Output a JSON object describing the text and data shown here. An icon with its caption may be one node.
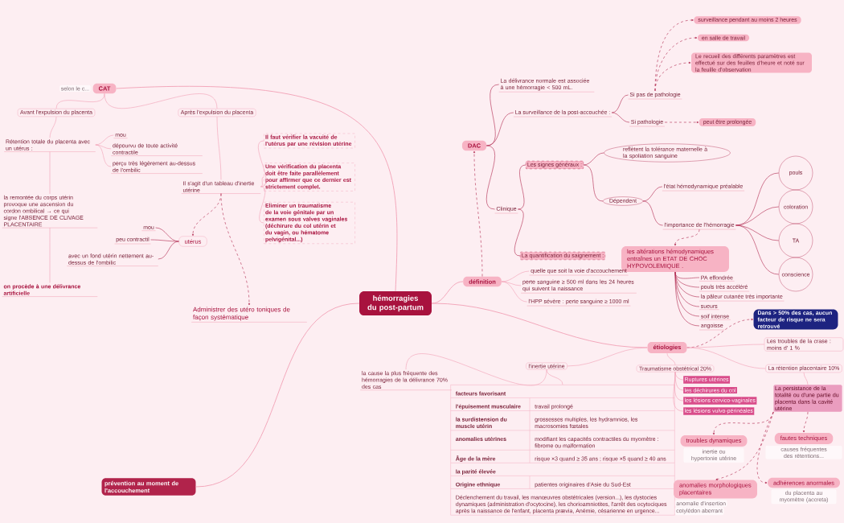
{
  "diagram": {
    "nodes": [
      {
        "text": [
          "hémorragies du post-partum"
        ]
      },
      {
        "text": [
          "CAT"
        ],
        "beside": [
          "selon le c..."
        ]
      },
      {
        "text": [
          "Avant l'expulsion du placenta"
        ]
      },
      {
        "text": [
          "Après l'expulsion du placenta"
        ]
      },
      {
        "text": [
          "Rétention totale du placenta avec un utérus :"
        ]
      },
      {
        "text": [
          "mou"
        ]
      },
      {
        "text": [
          "dépourvu de toute activité contractile"
        ]
      },
      {
        "text": [
          "perçu très légèrement au-dessus de l'ombilic"
        ]
      },
      {
        "text": [
          "la remontée du corps utérin provoque une ascension du cordon ombilical → ce qui signe l'ABSENCE DE CLIVAGE PLACENTAIRE"
        ]
      },
      {
        "text": [
          "on procède à une délivrance artificielle"
        ]
      },
      {
        "text": [
          "Il s'agit d'un tableau d'inertie utérine"
        ]
      },
      {
        "text": [
          "Il faut vérifier la vacuité de l'utérus par une révision utérine"
        ]
      },
      {
        "text": [
          "Une vérification du placenta doit être faite parallèlement pour affirmer que ce dernier est strictement complet."
        ]
      },
      {
        "text": [
          "Eliminer un traumatisme de la voie génitale par un examen sous valves vaginales (déchirure du col utérin et du vagin, ou hématome pelvigénital...)"
        ]
      },
      {
        "text": [
          "utérus"
        ]
      },
      {
        "text": [
          "mou"
        ]
      },
      {
        "text": [
          "peu contractil"
        ]
      },
      {
        "text": [
          "avec un fond utérin nettement au-dessus de l'ombilic"
        ]
      },
      {
        "text": [
          "Administrer des utéro toniques de façon systématique"
        ]
      },
      {
        "text": [
          "DAC"
        ]
      },
      {
        "text": [
          "La délivrance normale est associée à une hémorragie < 500 mL."
        ]
      },
      {
        "text": [
          "La surveillance de la post-accouchée :"
        ]
      },
      {
        "text": [
          "Si pas de pathologie"
        ]
      },
      {
        "text": [
          "Si pathologie"
        ]
      },
      {
        "text": [
          "surveillance pendant au moins 2 heures"
        ]
      },
      {
        "text": [
          "en salle de travail"
        ]
      },
      {
        "text": [
          "Le recueil des différents paramètres est effectué sur des feuilles d'heure et noté sur la feuille d'observation"
        ]
      },
      {
        "text": [
          "peut être prolongée"
        ]
      },
      {
        "text": [
          "Clinique"
        ]
      },
      {
        "text": [
          "Les signes généraux :"
        ]
      },
      {
        "text": [
          "reflètent la tolérance maternelle à la spoliation sanguine"
        ]
      },
      {
        "text": [
          "Dépendent"
        ]
      },
      {
        "text": [
          "l'état hémodynamique préalable"
        ]
      },
      {
        "text": [
          "l'importance de l'hémorragie"
        ]
      },
      {
        "text": [
          "pouls"
        ]
      },
      {
        "text": [
          "coloration"
        ]
      },
      {
        "text": [
          "TA"
        ]
      },
      {
        "text": [
          "conscience"
        ]
      },
      {
        "text": [
          "La quantification du saignement :"
        ]
      },
      {
        "text": [
          "les altérations hémodynamiques entraînes un ETAT DE CHOC HYPOVOLEMIQUE ."
        ]
      },
      {
        "text": [
          "PA effondrée"
        ]
      },
      {
        "text": [
          "pouls très accéléré"
        ]
      },
      {
        "text": [
          "la pâleur cutanée très importante"
        ]
      },
      {
        "text": [
          "sueurs"
        ]
      },
      {
        "text": [
          "soif intense"
        ]
      },
      {
        "text": [
          "angoisse"
        ]
      },
      {
        "text": [
          "définition"
        ]
      },
      {
        "text": [
          "quelle que soit la voie d'accouchement"
        ]
      },
      {
        "text": [
          "perte sanguine ≥ 500 ml dans les 24 heures qui suivent la naissance"
        ]
      },
      {
        "text": [
          "l'HPP sévère : perte sanguine ≥ 1000 ml"
        ]
      },
      {
        "text": [
          "étiologies"
        ]
      },
      {
        "text": [
          "Dans > 50% des cas, aucun facteur de risque ne sera retrouvé"
        ]
      },
      {
        "text": [
          "l'inertie utérine"
        ]
      },
      {
        "text": [
          "la cause la plus fréquente des hémorragies de la délivrance 70% des cas"
        ]
      },
      {
        "text": [
          "facteurs favorisant",
          "l'épuisement musculaire",
          "travail prolongé",
          "la surdistension du muscle utérin",
          "grossesses multiples, les hydramnios, les macrosomies fœtales",
          "anomalies utérines",
          "modifiant les capacités contractiles du myomètre : fibrome ou malformation",
          "Âge de la mère",
          "risque ×3 quand ≥ 35 ans ; risque ×5 quand ≥ 40 ans",
          "la parité élevée",
          "Origine ethnique",
          "patientes originaires d'Asie du Sud-Est",
          "Déclenchement du travail, les manœuvres obstétricales (version...), les dystocies dynamiques (administration d'ocytocine), les chorioamniotites, l'arrêt des ocytociques après la naissance de l'enfant, placenta prævia, Anémie, césarienne en urgence..."
        ]
      },
      {
        "text": [
          "Traumatisme obstétrical 20%"
        ]
      },
      {
        "text": [
          "Ruptures utérines"
        ]
      },
      {
        "text": [
          "les déchirures du col"
        ]
      },
      {
        "text": [
          "les lésions cervico-vaginales"
        ]
      },
      {
        "text": [
          "les lésions vulvo-périnéales"
        ]
      },
      {
        "text": [
          "La rétention placentaire 10%"
        ]
      },
      {
        "text": [
          "Les troubles de la crase : moins d' 1 %"
        ]
      },
      {
        "text": [
          "La persistance de la totalité ou d'une partie du placenta dans la cavité utérine"
        ]
      },
      {
        "text": [
          "adhérences anormales"
        ],
        "beside": [
          "du placenta au myomètre (accreta)"
        ]
      },
      {
        "text": [
          "troubles dynamiques"
        ],
        "beside": [
          "inertie ou hypertonie utérine"
        ]
      },
      {
        "text": [
          "fautes techniques"
        ],
        "beside": [
          "causes fréquentes des rétentions..."
        ]
      },
      {
        "text": [
          "anomalies morphologiques placentaires"
        ],
        "beside": [
          "anomalie d'insertion",
          "cotylédon aberrant"
        ]
      },
      {
        "text": [
          "prévention au moment de l'accouchement"
        ]
      }
    ],
    "edges": [
      {
        "from": 0,
        "to": 1,
        "arrow": "none",
        "color": "#f2a0b5"
      },
      {
        "from": 1,
        "to": 2,
        "arrow": "none",
        "color": "#f2a0b5"
      },
      {
        "from": 1,
        "to": 3,
        "arrow": "none",
        "color": "#f2a0b5"
      },
      {
        "from": 2,
        "to": 4,
        "arrow": "none",
        "color": "#f2a0b5"
      },
      {
        "from": 4,
        "to": 5,
        "arrow": "none",
        "color": "#f2a0b5"
      },
      {
        "from": 4,
        "to": 6,
        "arrow": "none",
        "color": "#f2a0b5"
      },
      {
        "from": 4,
        "to": 7,
        "arrow": "none",
        "color": "#f2a0b5"
      },
      {
        "from": 4,
        "to": 8,
        "arrow": "none",
        "color": "#f2a0b5"
      },
      {
        "from": 8,
        "to": 9,
        "arrow": "none",
        "color": "#f2a0b5"
      },
      {
        "from": 3,
        "to": 10,
        "arrow": "none",
        "color": "#f2a0b5"
      },
      {
        "from": 10,
        "to": 11,
        "arrow": "none",
        "color": "#f2a0b5"
      },
      {
        "from": 10,
        "to": 12,
        "arrow": "none",
        "color": "#f2a0b5"
      },
      {
        "from": 10,
        "to": 13,
        "arrow": "none",
        "color": "#f2a0b5"
      },
      {
        "from": 10,
        "to": 14,
        "arrow": "to",
        "style": "dashed",
        "color": "#b0284f"
      },
      {
        "from": 10,
        "to": 18,
        "arrow": "to",
        "style": "dashed",
        "color": "#b0284f"
      },
      {
        "from": 14,
        "to": 15,
        "arrow": "none",
        "color": "#b0284f"
      },
      {
        "from": 14,
        "to": 16,
        "arrow": "none",
        "color": "#b0284f"
      },
      {
        "from": 14,
        "to": 17,
        "arrow": "none",
        "color": "#b0284f"
      },
      {
        "from": 0,
        "to": 46,
        "arrow": "none",
        "color": "#f2a0b5"
      },
      {
        "from": 46,
        "to": 19,
        "arrow": "to",
        "style": "dashed",
        "color": "#b0284f"
      },
      {
        "from": 46,
        "to": 47,
        "arrow": "none",
        "color": "#f2a0b5"
      },
      {
        "from": 46,
        "to": 48,
        "arrow": "none",
        "color": "#f2a0b5"
      },
      {
        "from": 46,
        "to": 49,
        "arrow": "none",
        "color": "#f2a0b5"
      },
      {
        "from": 19,
        "to": 20,
        "arrow": "none",
        "color": "#b0284f"
      },
      {
        "from": 19,
        "to": 21,
        "arrow": "none",
        "color": "#b0284f"
      },
      {
        "from": 19,
        "to": 28,
        "arrow": "none",
        "color": "#b0284f"
      },
      {
        "from": 21,
        "to": 22,
        "arrow": "none",
        "color": "#b0284f"
      },
      {
        "from": 21,
        "to": 23,
        "arrow": "none",
        "color": "#b0284f"
      },
      {
        "from": 22,
        "to": 24,
        "arrow": "to",
        "style": "dashed",
        "color": "#b0284f"
      },
      {
        "from": 22,
        "to": 25,
        "arrow": "to",
        "style": "dashed",
        "color": "#b0284f"
      },
      {
        "from": 22,
        "to": 26,
        "arrow": "to",
        "style": "dashed",
        "color": "#b0284f"
      },
      {
        "from": 23,
        "to": 27,
        "arrow": "to",
        "style": "dashed",
        "color": "#b0284f"
      },
      {
        "from": 28,
        "to": 29,
        "arrow": "none",
        "color": "#b0284f"
      },
      {
        "from": 28,
        "to": 38,
        "arrow": "none",
        "color": "#b0284f"
      },
      {
        "from": 29,
        "to": 30,
        "arrow": "none",
        "color": "#b0284f"
      },
      {
        "from": 29,
        "to": 31,
        "arrow": "none",
        "color": "#b0284f"
      },
      {
        "from": 31,
        "to": 32,
        "arrow": "none",
        "color": "#b0284f"
      },
      {
        "from": 31,
        "to": 33,
        "arrow": "none",
        "color": "#b0284f"
      },
      {
        "from": 33,
        "to": 34,
        "arrow": "none",
        "color": "#b0284f"
      },
      {
        "from": 33,
        "to": 35,
        "arrow": "none",
        "color": "#b0284f"
      },
      {
        "from": 33,
        "to": 36,
        "arrow": "none",
        "color": "#b0284f"
      },
      {
        "from": 33,
        "to": 37,
        "arrow": "none",
        "color": "#b0284f"
      },
      {
        "from": 33,
        "to": 39,
        "arrow": "to",
        "style": "dashed",
        "color": "#b0284f"
      },
      {
        "from": 39,
        "to": 40,
        "arrow": "none",
        "color": "#b0284f"
      },
      {
        "from": 39,
        "to": 41,
        "arrow": "none",
        "color": "#b0284f"
      },
      {
        "from": 39,
        "to": 42,
        "arrow": "none",
        "color": "#b0284f"
      },
      {
        "from": 39,
        "to": 43,
        "arrow": "none",
        "color": "#b0284f"
      },
      {
        "from": 39,
        "to": 44,
        "arrow": "none",
        "color": "#b0284f"
      },
      {
        "from": 39,
        "to": 45,
        "arrow": "none",
        "color": "#b0284f"
      },
      {
        "from": 0,
        "to": 50,
        "arrow": "none",
        "color": "#f2a0b5"
      },
      {
        "from": 50,
        "to": 51,
        "arrow": "to",
        "style": "dashed",
        "color": "#b0284f"
      },
      {
        "from": 50,
        "to": 52,
        "arrow": "none",
        "color": "#f2a0b5"
      },
      {
        "from": 50,
        "to": 55,
        "arrow": "none",
        "color": "#f2a0b5"
      },
      {
        "from": 50,
        "to": 60,
        "arrow": "none",
        "color": "#f2a0b5"
      },
      {
        "from": 50,
        "to": 61,
        "arrow": "none",
        "color": "#f2a0b5"
      },
      {
        "from": 52,
        "to": 53,
        "arrow": "none",
        "color": "#f2a0b5"
      },
      {
        "from": 52,
        "to": 54,
        "arrow": "none",
        "color": "#f2a0b5"
      },
      {
        "from": 55,
        "to": 56,
        "arrow": "none",
        "color": "#f2a0b5"
      },
      {
        "from": 55,
        "to": 57,
        "arrow": "none",
        "color": "#f2a0b5"
      },
      {
        "from": 55,
        "to": 58,
        "arrow": "none",
        "color": "#f2a0b5"
      },
      {
        "from": 55,
        "to": 59,
        "arrow": "none",
        "color": "#f2a0b5"
      },
      {
        "from": 60,
        "to": 62,
        "arrow": "none",
        "color": "#f2a0b5"
      },
      {
        "from": 62,
        "to": 63,
        "arrow": "to",
        "style": "dashed",
        "color": "#b0284f"
      },
      {
        "from": 62,
        "to": 64,
        "arrow": "to",
        "style": "dashed",
        "color": "#b0284f"
      },
      {
        "from": 62,
        "to": 65,
        "arrow": "to",
        "style": "dashed",
        "color": "#b0284f"
      },
      {
        "from": 62,
        "to": 66,
        "arrow": "to",
        "style": "dashed",
        "color": "#b0284f"
      },
      {
        "from": 0,
        "to": 67,
        "arrow": "none",
        "color": "#f2a0b5"
      }
    ]
  }
}
